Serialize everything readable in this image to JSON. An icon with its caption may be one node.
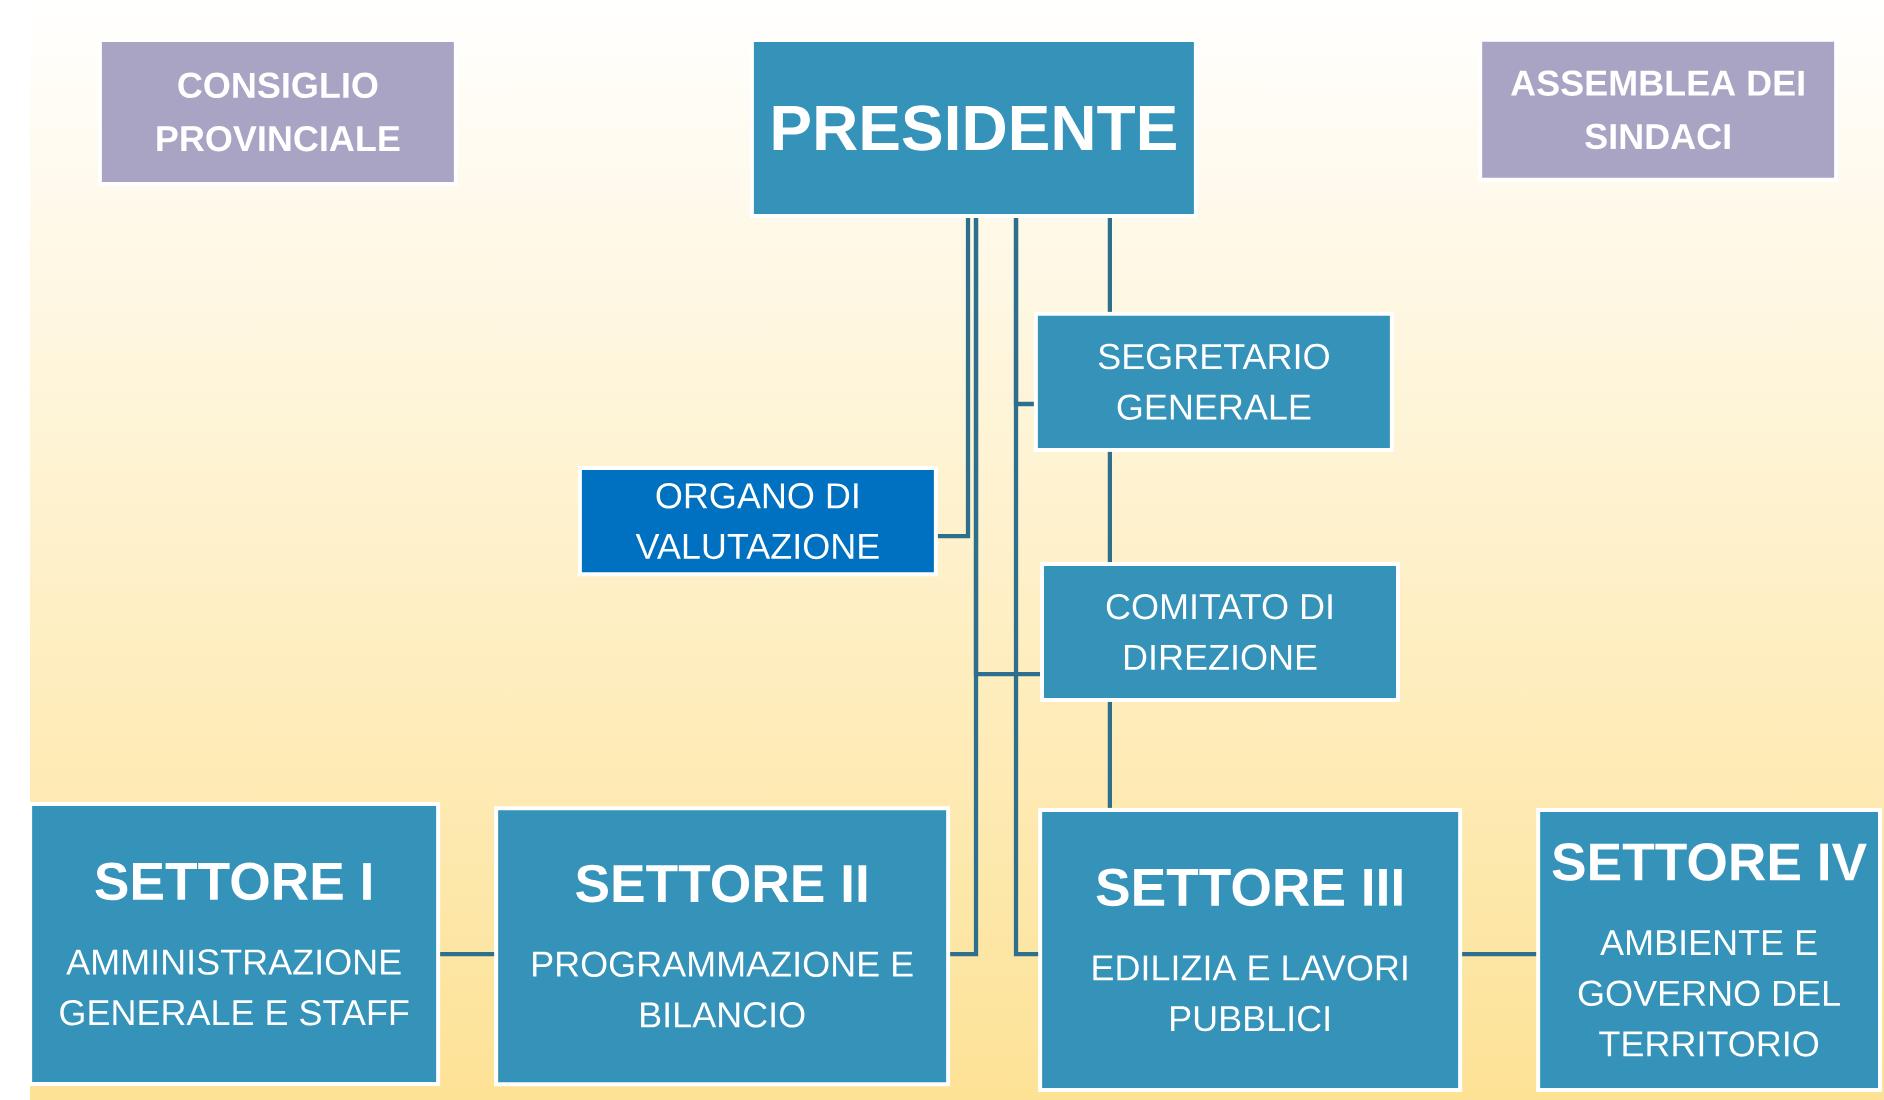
{
  "diagram": {
    "nodes": [
      {
        "text": [
          "CONSIGLIO PROVINCIALE"
        ]
      },
      {
        "text": [
          "ASSEMBLEA DEI SINDACI"
        ]
      },
      {
        "text": [
          "PRESIDENTE"
        ]
      },
      {
        "text": [
          "SEGRETARIO GENERALE"
        ]
      },
      {
        "text": [
          "ORGANO DI VALUTAZIONE"
        ]
      },
      {
        "text": [
          "COMITATO DI DIREZIONE"
        ]
      },
      {
        "text": [
          "SETTORE I",
          "AMMINISTRAZIONE GENERALE E STAFF"
        ]
      },
      {
        "text": [
          "SETTORE II",
          "PROGRAMMAZIONE E BILANCIO"
        ]
      },
      {
        "text": [
          "SETTORE III",
          "EDILIZIA E LAVORI PUBBLICI"
        ]
      },
      {
        "text": [
          "SETTORE IV",
          "AMBIENTE E GOVERNO DEL TERRITORIO"
        ]
      }
    ],
    "edges": [
      {
        "from": 2,
        "to": 3,
        "arrow": "none"
      },
      {
        "from": 3,
        "to": 5,
        "arrow": "none"
      },
      {
        "from": 5,
        "to": 8,
        "arrow": "none"
      },
      {
        "from": 2,
        "to": 4,
        "arrow": "none"
      },
      {
        "from": 2,
        "to": 3,
        "arrow": "none"
      },
      {
        "from": 2,
        "to": 5,
        "arrow": "none"
      },
      {
        "from": 2,
        "to": 7,
        "arrow": "none"
      },
      {
        "from": 2,
        "to": 8,
        "arrow": "none"
      },
      {
        "from": 6,
        "to": 7,
        "arrow": "none"
      },
      {
        "from": 8,
        "to": 9,
        "arrow": "none"
      }
    ]
  }
}
